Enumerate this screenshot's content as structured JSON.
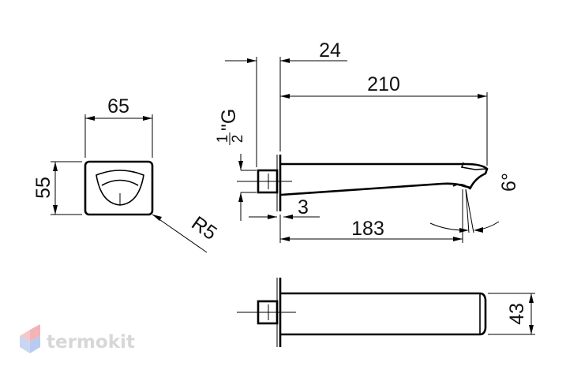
{
  "dimensions": {
    "width_front": "65",
    "height_front": "55",
    "radius": "R5",
    "projection": "210",
    "wall_offset": "24",
    "inlet": "183",
    "gap": "3",
    "angle": "6°",
    "outlet_height": "43",
    "thread_num": "1",
    "thread_den": "2",
    "thread_suffix": "\"G"
  },
  "logo": {
    "text": "termokit"
  },
  "colors": {
    "line": "#000000",
    "logo_red": "#f3b3b7",
    "logo_blue": "#b9cbf0",
    "logo_text": "#d7d7d7"
  }
}
